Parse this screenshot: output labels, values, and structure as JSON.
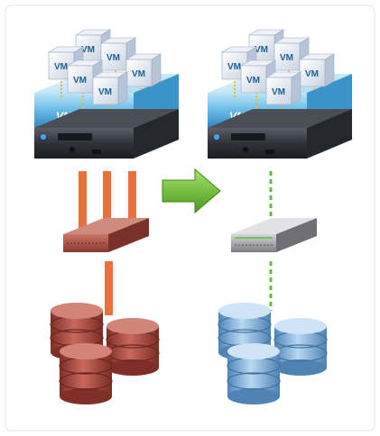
{
  "diagram": {
    "vm_label": "VM",
    "platform_label": "VMware",
    "left_stack": {
      "vm_count": 6,
      "storage_disk_count": 3,
      "style": "legacy",
      "cable_style": "solid-orange",
      "colors": {
        "cable": "#e8703a",
        "switch": "#b4574c",
        "storage": "#b5574b"
      }
    },
    "right_stack": {
      "vm_count": 6,
      "storage_disk_count": 3,
      "style": "virtualized",
      "cable_style": "dashed-green",
      "colors": {
        "cable": "#5fbf3a",
        "switch": "#9a9a9e",
        "storage": "#7fb2e0"
      }
    },
    "transition_arrow": {
      "color": "#6dbb33",
      "direction": "right"
    },
    "colors": {
      "vm_face": "#dfe6f0",
      "platform_glass": "#6fc0e8",
      "server_body": "#2f3237"
    }
  }
}
